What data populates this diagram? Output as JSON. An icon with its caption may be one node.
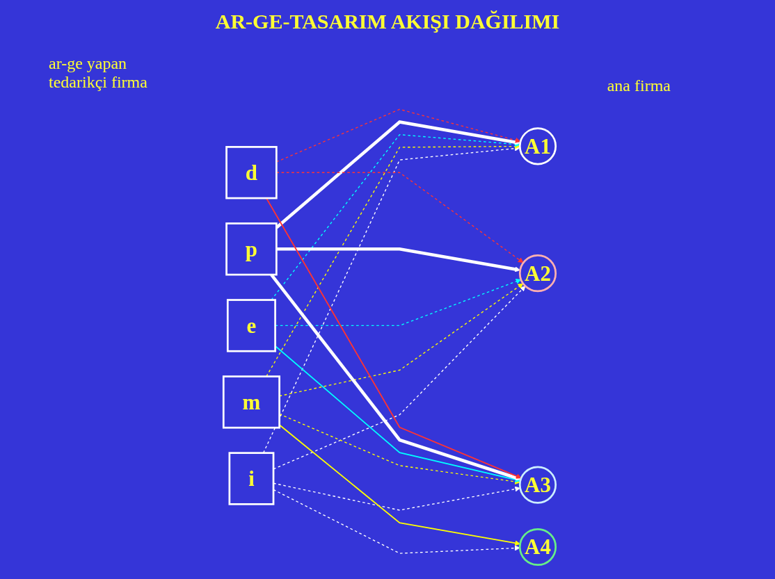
{
  "diagram": {
    "title": "AR-GE-TASARIM AKIŞI DAĞILIMI",
    "nodes": [
      {
        "text": [
          "i"
        ]
      },
      {
        "text": [
          "m"
        ]
      },
      {
        "text": [
          "e"
        ]
      },
      {
        "text": [
          "p"
        ]
      },
      {
        "text": [
          "d"
        ]
      },
      {
        "text": [
          "A1"
        ]
      },
      {
        "text": [
          "A2"
        ]
      },
      {
        "text": [
          "A3"
        ]
      },
      {
        "text": [
          "A4"
        ]
      }
    ],
    "edges": [
      {
        "from": 0,
        "to": 5,
        "arrow": "to",
        "style": "dashed"
      },
      {
        "from": 0,
        "to": 6,
        "arrow": "to",
        "style": "dashed"
      },
      {
        "from": 0,
        "to": 7,
        "arrow": "to",
        "style": "dashed"
      },
      {
        "from": 0,
        "to": 8,
        "arrow": "to",
        "style": "dashed"
      },
      {
        "from": 1,
        "to": 5,
        "arrow": "to",
        "style": "dashed",
        "color": "#ffff00"
      },
      {
        "from": 1,
        "to": 6,
        "arrow": "to",
        "style": "dashed",
        "color": "#ffff00"
      },
      {
        "from": 1,
        "to": 7,
        "arrow": "to",
        "style": "dashed",
        "color": "#ffff00"
      },
      {
        "from": 1,
        "to": 8,
        "arrow": "to",
        "color": "#ffff00"
      },
      {
        "from": 2,
        "to": 5,
        "arrow": "to",
        "style": "dashed",
        "color": "#00ffff"
      },
      {
        "from": 2,
        "to": 6,
        "arrow": "to",
        "style": "dashed",
        "color": "#00ffff"
      },
      {
        "from": 2,
        "to": 7,
        "arrow": "to",
        "color": "#00ffff"
      },
      {
        "from": 3,
        "to": 5,
        "arrow": "to",
        "style": "thick"
      },
      {
        "from": 3,
        "to": 6,
        "arrow": "to",
        "style": "thick"
      },
      {
        "from": 3,
        "to": 7,
        "arrow": "to",
        "style": "thick"
      },
      {
        "from": 4,
        "to": 5,
        "arrow": "to",
        "style": "dashed",
        "color": "#ff3333"
      },
      {
        "from": 4,
        "to": 6,
        "arrow": "to",
        "style": "dashed",
        "color": "#ff3333"
      },
      {
        "from": 4,
        "to": 7,
        "arrow": "to",
        "color": "#ff3333"
      }
    ],
    "labels": [
      "ar-ge yapan tedarikçi firma",
      "ana firma"
    ]
  }
}
